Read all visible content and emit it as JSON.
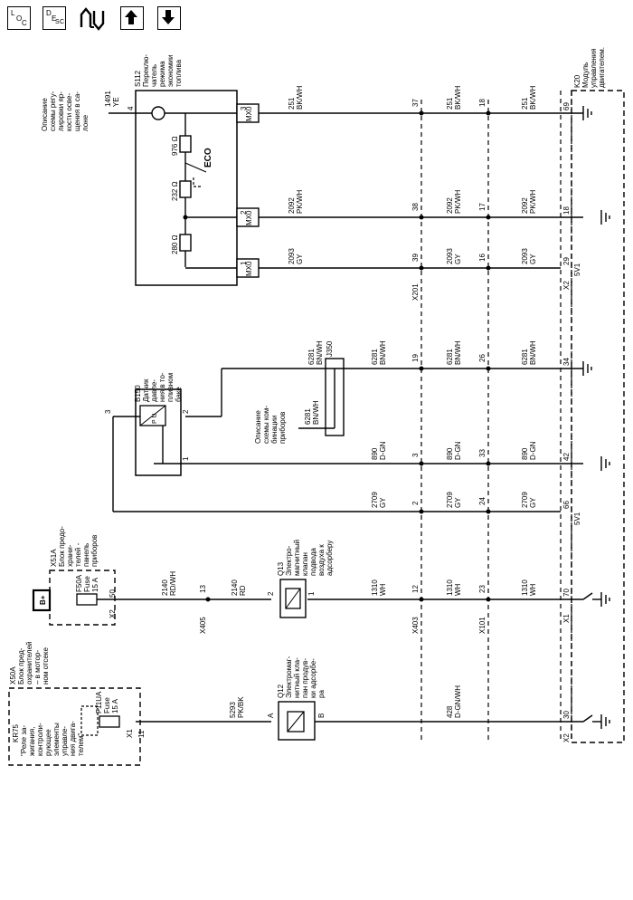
{
  "toolbar": {
    "loc": {
      "l": "L",
      "o": "O",
      "c": "C"
    },
    "desc": {
      "d": "D",
      "e": "E",
      "s": "S",
      "c": "C"
    }
  },
  "diagram": {
    "s112": {
      "id": "S112",
      "lines": [
        "Переклю-",
        "чатель",
        "режима",
        "экономии",
        "топлива"
      ],
      "res976": "976 Ω",
      "res232": "232 Ω",
      "res280": "280 Ω",
      "eco": "ECO",
      "mx0": "MX0",
      "pins": {
        "p4": "4",
        "p3": "3",
        "p2": "2",
        "p1": "1"
      }
    },
    "lighting_ref": {
      "lines": [
        "Описание",
        "схемы регу-",
        "лировки яр-",
        "кости осве-",
        "щения в са-",
        "лоне"
      ]
    },
    "w1491": {
      "num": "1491",
      "col": "YE"
    },
    "w251": {
      "num": "251",
      "col": "BK/WH"
    },
    "w2092": {
      "num": "2092",
      "col": "PK/WH"
    },
    "w2093": {
      "num": "2093",
      "col": "GY"
    },
    "w6281": {
      "num": "6281",
      "col": "BN/WH"
    },
    "w890": {
      "num": "890",
      "col": "D-GN"
    },
    "w2709": {
      "num": "2709",
      "col": "GY"
    },
    "w2140a": {
      "num": "2140",
      "col": "RD/WH"
    },
    "w2140b": {
      "num": "2140",
      "col": "RD"
    },
    "w1310": {
      "num": "1310",
      "col": "WH"
    },
    "w5293": {
      "num": "5293",
      "col": "PK/BK"
    },
    "w428": {
      "num": "428",
      "col": "D-GN/WH"
    },
    "x201": {
      "id": "X201",
      "p37": "37",
      "p38": "38",
      "p39": "39",
      "p19": "19",
      "p3": "3",
      "p2": "2"
    },
    "x101": {
      "id": "X101",
      "p18": "18",
      "p17": "17",
      "p16": "16",
      "p26": "26",
      "p33": "33",
      "p24": "24",
      "p23": "23"
    },
    "x403": {
      "id": "X403",
      "p12": "12"
    },
    "x405": {
      "id": "X405",
      "p13": "13"
    },
    "k20": {
      "id": "K20",
      "lines": [
        "Модуль",
        "управления",
        "двигателем."
      ],
      "p69": "69",
      "p18": "18",
      "p29": "29",
      "p34": "34",
      "p42": "42",
      "p66": "66",
      "p70": "70",
      "p30": "30",
      "x1": "X1",
      "x2": "X2",
      "x2b": "X2",
      "x2c": "X2",
      "sv1a": "5V1",
      "sv1b": "5V1"
    },
    "j350": {
      "id": "J350"
    },
    "cluster_ref": {
      "lines": [
        "Описание",
        "схемы ком-",
        "бинации",
        "приборов"
      ]
    },
    "b150": {
      "id": "B150",
      "lines": [
        "Датчик",
        "давле-",
        "ния в то-",
        "пливном",
        "баке"
      ],
      "p3": "3",
      "p2": "2",
      "p1": "1",
      "pu": "P U"
    },
    "x51a": {
      "id": "X51A",
      "lines": [
        "Блок предо-",
        "храни-",
        "телей -",
        "панель",
        "приборов"
      ],
      "fuse_id": "F50A",
      "fuse_type": "Fuse",
      "fuse_rating": "15 A",
      "x2": "X2",
      "p50": "50",
      "bplus": "B+"
    },
    "q13": {
      "id": "Q13",
      "lines": [
        "Электро-",
        "магнитный",
        "клапан",
        "подвода",
        "воздуха к",
        "адсорберу"
      ],
      "p2": "2",
      "p1": "1"
    },
    "q12": {
      "id": "Q12",
      "lines": [
        "Электромаг-",
        "нитный кла-",
        "пан продув-",
        "ки адсорбе-",
        "ра"
      ],
      "pA": "A",
      "pB": "B"
    },
    "x50a": {
      "id": "X50A",
      "lines": [
        "Блок пред-",
        "охранителей",
        "– в мотор-",
        "ном отсеке"
      ],
      "kr75": "KR75",
      "kr_lines": [
        "\"Реле за-",
        "жигания,",
        "контроли-",
        "рующее",
        "элементы",
        "управле-",
        "ния двига-",
        "телем\""
      ],
      "fuse_id": "F11UA",
      "fuse_type": "Fuse",
      "fuse_rating": "15 A",
      "x1": "X1",
      "p11": "11"
    }
  }
}
